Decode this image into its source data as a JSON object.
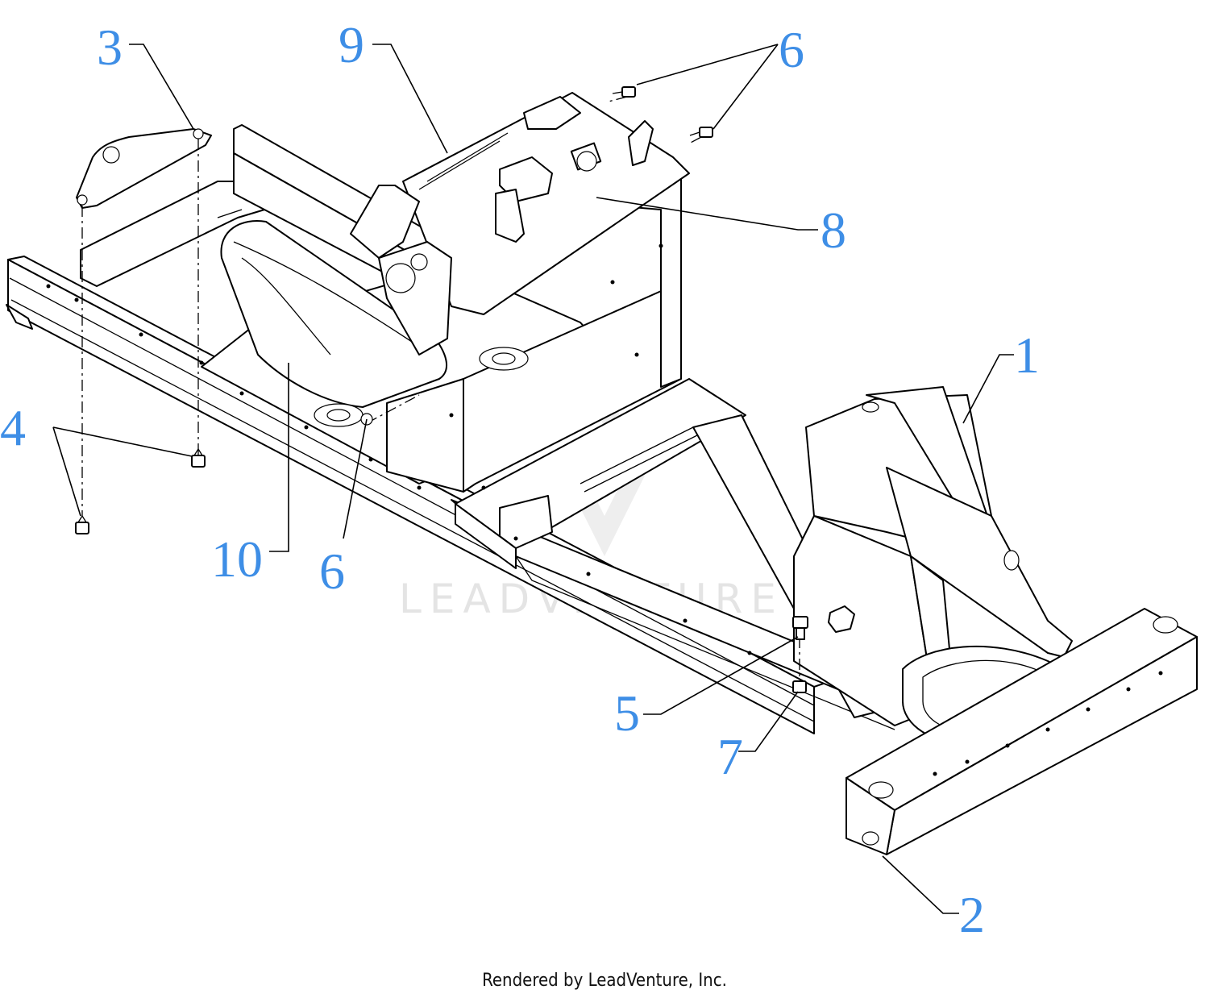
{
  "callouts": [
    {
      "id": "c3",
      "label": "3"
    },
    {
      "id": "c9",
      "label": "9"
    },
    {
      "id": "c6a",
      "label": "6"
    },
    {
      "id": "c8",
      "label": "8"
    },
    {
      "id": "c1",
      "label": "1"
    },
    {
      "id": "c4",
      "label": "4"
    },
    {
      "id": "c10",
      "label": "10"
    },
    {
      "id": "c6b",
      "label": "6"
    },
    {
      "id": "c5",
      "label": "5"
    },
    {
      "id": "c7",
      "label": "7"
    },
    {
      "id": "c2",
      "label": "2"
    }
  ],
  "watermark": "LEADVENTURE",
  "footer": "Rendered by LeadVenture, Inc.",
  "colors": {
    "callout": "#3e8ee6",
    "line": "#000000",
    "watermark": "#e4e4e4"
  }
}
